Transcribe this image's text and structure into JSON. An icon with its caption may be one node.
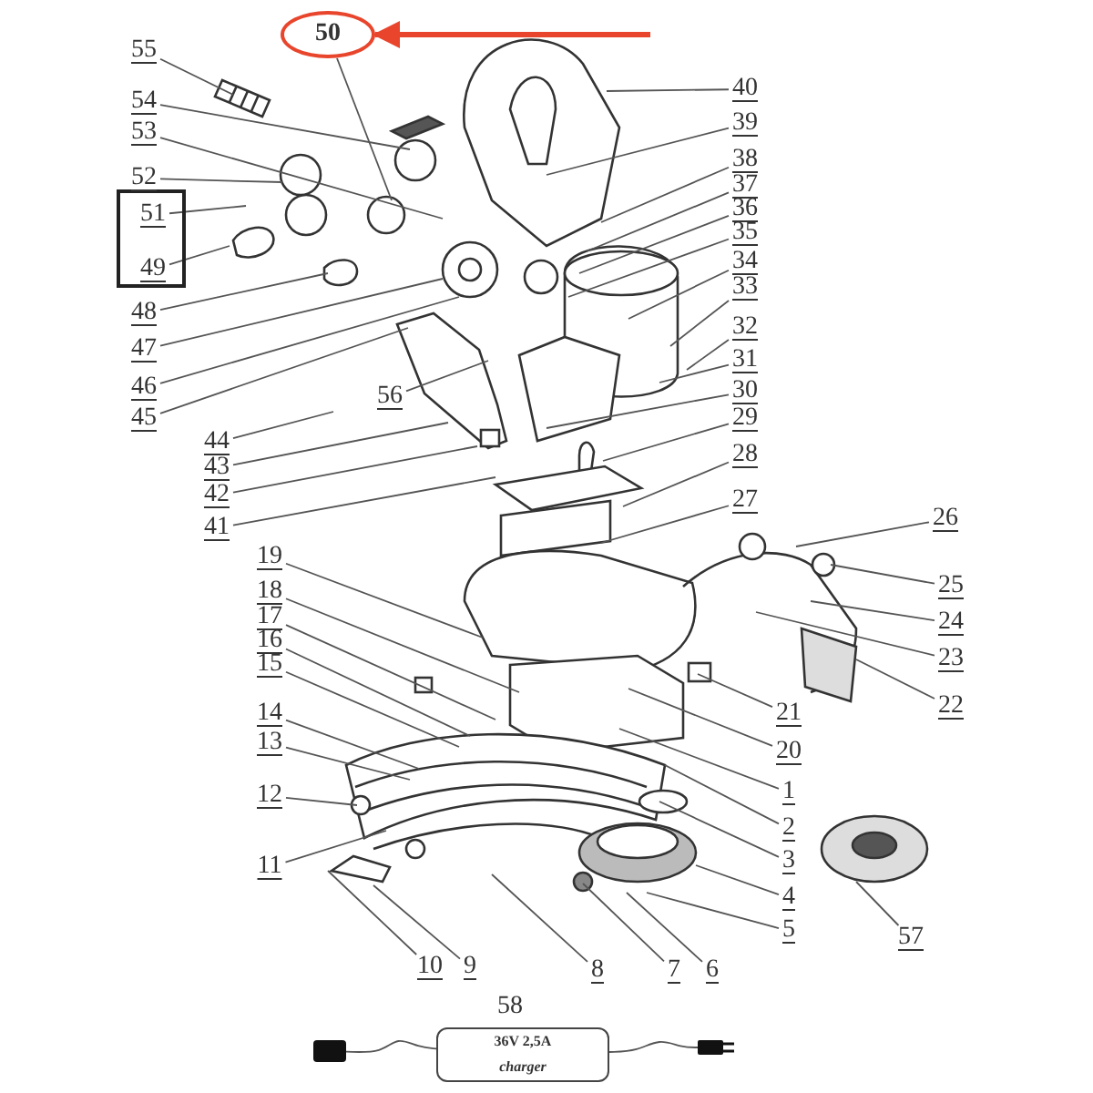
{
  "diagram": {
    "nodes": [
      {
        "text": [],
        "shape": "box"
      },
      {
        "text": [
          "1"
        ]
      },
      {
        "text": [
          "2"
        ]
      },
      {
        "text": [
          "3"
        ]
      },
      {
        "text": [
          "4"
        ]
      },
      {
        "text": [
          "5"
        ]
      },
      {
        "text": [
          "6"
        ]
      },
      {
        "text": [
          "7"
        ]
      },
      {
        "text": [
          "8"
        ]
      },
      {
        "text": [
          "9"
        ]
      },
      {
        "text": [
          "10"
        ]
      },
      {
        "text": [
          "11"
        ]
      },
      {
        "text": [
          "12"
        ]
      },
      {
        "text": [
          "13"
        ]
      },
      {
        "text": [
          "14"
        ]
      },
      {
        "text": [
          "15"
        ]
      },
      {
        "text": [
          "16"
        ]
      },
      {
        "text": [
          "17"
        ]
      },
      {
        "text": [
          "18"
        ]
      },
      {
        "text": [
          "19"
        ]
      },
      {
        "text": [
          "20"
        ]
      },
      {
        "text": [
          "21"
        ]
      },
      {
        "text": [
          "22"
        ]
      },
      {
        "text": [
          "23"
        ]
      },
      {
        "text": [
          "24"
        ]
      },
      {
        "text": [
          "25"
        ]
      },
      {
        "text": [
          "26"
        ]
      },
      {
        "text": [
          "27"
        ]
      },
      {
        "text": [
          "28"
        ]
      },
      {
        "text": [
          "29"
        ]
      },
      {
        "text": [
          "30"
        ]
      },
      {
        "text": [
          "31"
        ]
      },
      {
        "text": [
          "32"
        ]
      },
      {
        "text": [
          "33"
        ]
      },
      {
        "text": [
          "34"
        ]
      },
      {
        "text": [
          "35"
        ]
      },
      {
        "text": [
          "36"
        ]
      },
      {
        "text": [
          "37"
        ]
      },
      {
        "text": [
          "38"
        ]
      },
      {
        "text": [
          "39"
        ]
      },
      {
        "text": [
          "40"
        ]
      },
      {
        "text": [
          "41"
        ]
      },
      {
        "text": [
          "42"
        ]
      },
      {
        "text": [
          "43"
        ]
      },
      {
        "text": [
          "44"
        ]
      },
      {
        "text": [
          "45"
        ]
      },
      {
        "text": [
          "46"
        ]
      },
      {
        "text": [
          "47"
        ]
      },
      {
        "text": [
          "48"
        ]
      },
      {
        "text": [
          "49"
        ],
        "in": 0
      },
      {
        "text": [
          "50"
        ]
      },
      {
        "text": [
          "51"
        ],
        "in": 0
      },
      {
        "text": [
          "52"
        ]
      },
      {
        "text": [
          "53"
        ]
      },
      {
        "text": [
          "54"
        ]
      },
      {
        "text": [
          "55"
        ]
      },
      {
        "text": [
          "56"
        ]
      },
      {
        "text": [
          "57"
        ]
      },
      {
        "text": [
          "36V 2,5A",
          "charger"
        ],
        "beside": [
          "58"
        ]
      },
      {
        "text": [],
        "shape": "box"
      },
      {
        "text": [],
        "shape": "box"
      }
    ],
    "edges": [
      {
        "from": 1,
        "to": null,
        "arrow": "none"
      },
      {
        "from": 2,
        "to": null,
        "arrow": "none"
      },
      {
        "from": 3,
        "to": null,
        "arrow": "none"
      },
      {
        "from": 4,
        "to": null,
        "arrow": "none"
      },
      {
        "from": 5,
        "to": null,
        "arrow": "none"
      },
      {
        "from": 6,
        "to": null,
        "arrow": "none"
      },
      {
        "from": 7,
        "to": null,
        "arrow": "none"
      },
      {
        "from": 8,
        "to": null,
        "arrow": "none"
      },
      {
        "from": 9,
        "to": null,
        "arrow": "none"
      },
      {
        "from": 10,
        "to": null,
        "arrow": "none"
      },
      {
        "from": 11,
        "to": null,
        "arrow": "none"
      },
      {
        "from": 12,
        "to": null,
        "arrow": "none"
      },
      {
        "from": 13,
        "to": null,
        "arrow": "none"
      },
      {
        "from": 14,
        "to": null,
        "arrow": "none"
      },
      {
        "from": 15,
        "to": null,
        "arrow": "none"
      },
      {
        "from": 16,
        "to": null,
        "arrow": "none"
      },
      {
        "from": 17,
        "to": null,
        "arrow": "none"
      },
      {
        "from": 18,
        "to": null,
        "arrow": "none"
      },
      {
        "from": 19,
        "to": null,
        "arrow": "none"
      },
      {
        "from": 20,
        "to": null,
        "arrow": "none"
      },
      {
        "from": 21,
        "to": null,
        "arrow": "none"
      },
      {
        "from": 22,
        "to": null,
        "arrow": "none"
      },
      {
        "from": 23,
        "to": null,
        "arrow": "none"
      },
      {
        "from": 24,
        "to": null,
        "arrow": "none"
      },
      {
        "from": 25,
        "to": null,
        "arrow": "none"
      },
      {
        "from": 26,
        "to": null,
        "arrow": "none"
      },
      {
        "from": 27,
        "to": null,
        "arrow": "none"
      },
      {
        "from": 28,
        "to": null,
        "arrow": "none"
      },
      {
        "from": 29,
        "to": null,
        "arrow": "none"
      },
      {
        "from": 30,
        "to": null,
        "arrow": "none"
      },
      {
        "from": 31,
        "to": null,
        "arrow": "none"
      },
      {
        "from": 32,
        "to": null,
        "arrow": "none"
      },
      {
        "from": 33,
        "to": null,
        "arrow": "none"
      },
      {
        "from": 34,
        "to": null,
        "arrow": "none"
      },
      {
        "from": 35,
        "to": null,
        "arrow": "none"
      },
      {
        "from": 36,
        "to": null,
        "arrow": "none"
      },
      {
        "from": 37,
        "to": null,
        "arrow": "none"
      },
      {
        "from": 38,
        "to": null,
        "arrow": "none"
      },
      {
        "from": 39,
        "to": null,
        "arrow": "none"
      },
      {
        "from": 40,
        "to": null,
        "arrow": "none"
      },
      {
        "from": 41,
        "to": null,
        "arrow": "none"
      },
      {
        "from": 42,
        "to": null,
        "arrow": "none"
      },
      {
        "from": 43,
        "to": null,
        "arrow": "none"
      },
      {
        "from": 44,
        "to": null,
        "arrow": "none"
      },
      {
        "from": 45,
        "to": null,
        "arrow": "none"
      },
      {
        "from": 46,
        "to": null,
        "arrow": "none"
      },
      {
        "from": 47,
        "to": null,
        "arrow": "none"
      },
      {
        "from": 48,
        "to": null,
        "arrow": "none"
      },
      {
        "from": 49,
        "to": null,
        "arrow": "none"
      },
      {
        "from": 50,
        "to": null,
        "arrow": "none"
      },
      {
        "from": 51,
        "to": null,
        "arrow": "none"
      },
      {
        "from": 52,
        "to": null,
        "arrow": "none"
      },
      {
        "from": 53,
        "to": null,
        "arrow": "none"
      },
      {
        "from": 54,
        "to": null,
        "arrow": "none"
      },
      {
        "from": 55,
        "to": null,
        "arrow": "none"
      },
      {
        "from": 56,
        "to": null,
        "arrow": "none"
      },
      {
        "from": 57,
        "to": null,
        "arrow": "none"
      },
      {
        "from": null,
        "to": 50,
        "arrow": "to",
        "style": "thick",
        "color": "#e8452c"
      },
      {
        "from": 59,
        "to": 58,
        "arrow": "none"
      },
      {
        "from": 58,
        "to": 60,
        "arrow": "none"
      }
    ]
  }
}
